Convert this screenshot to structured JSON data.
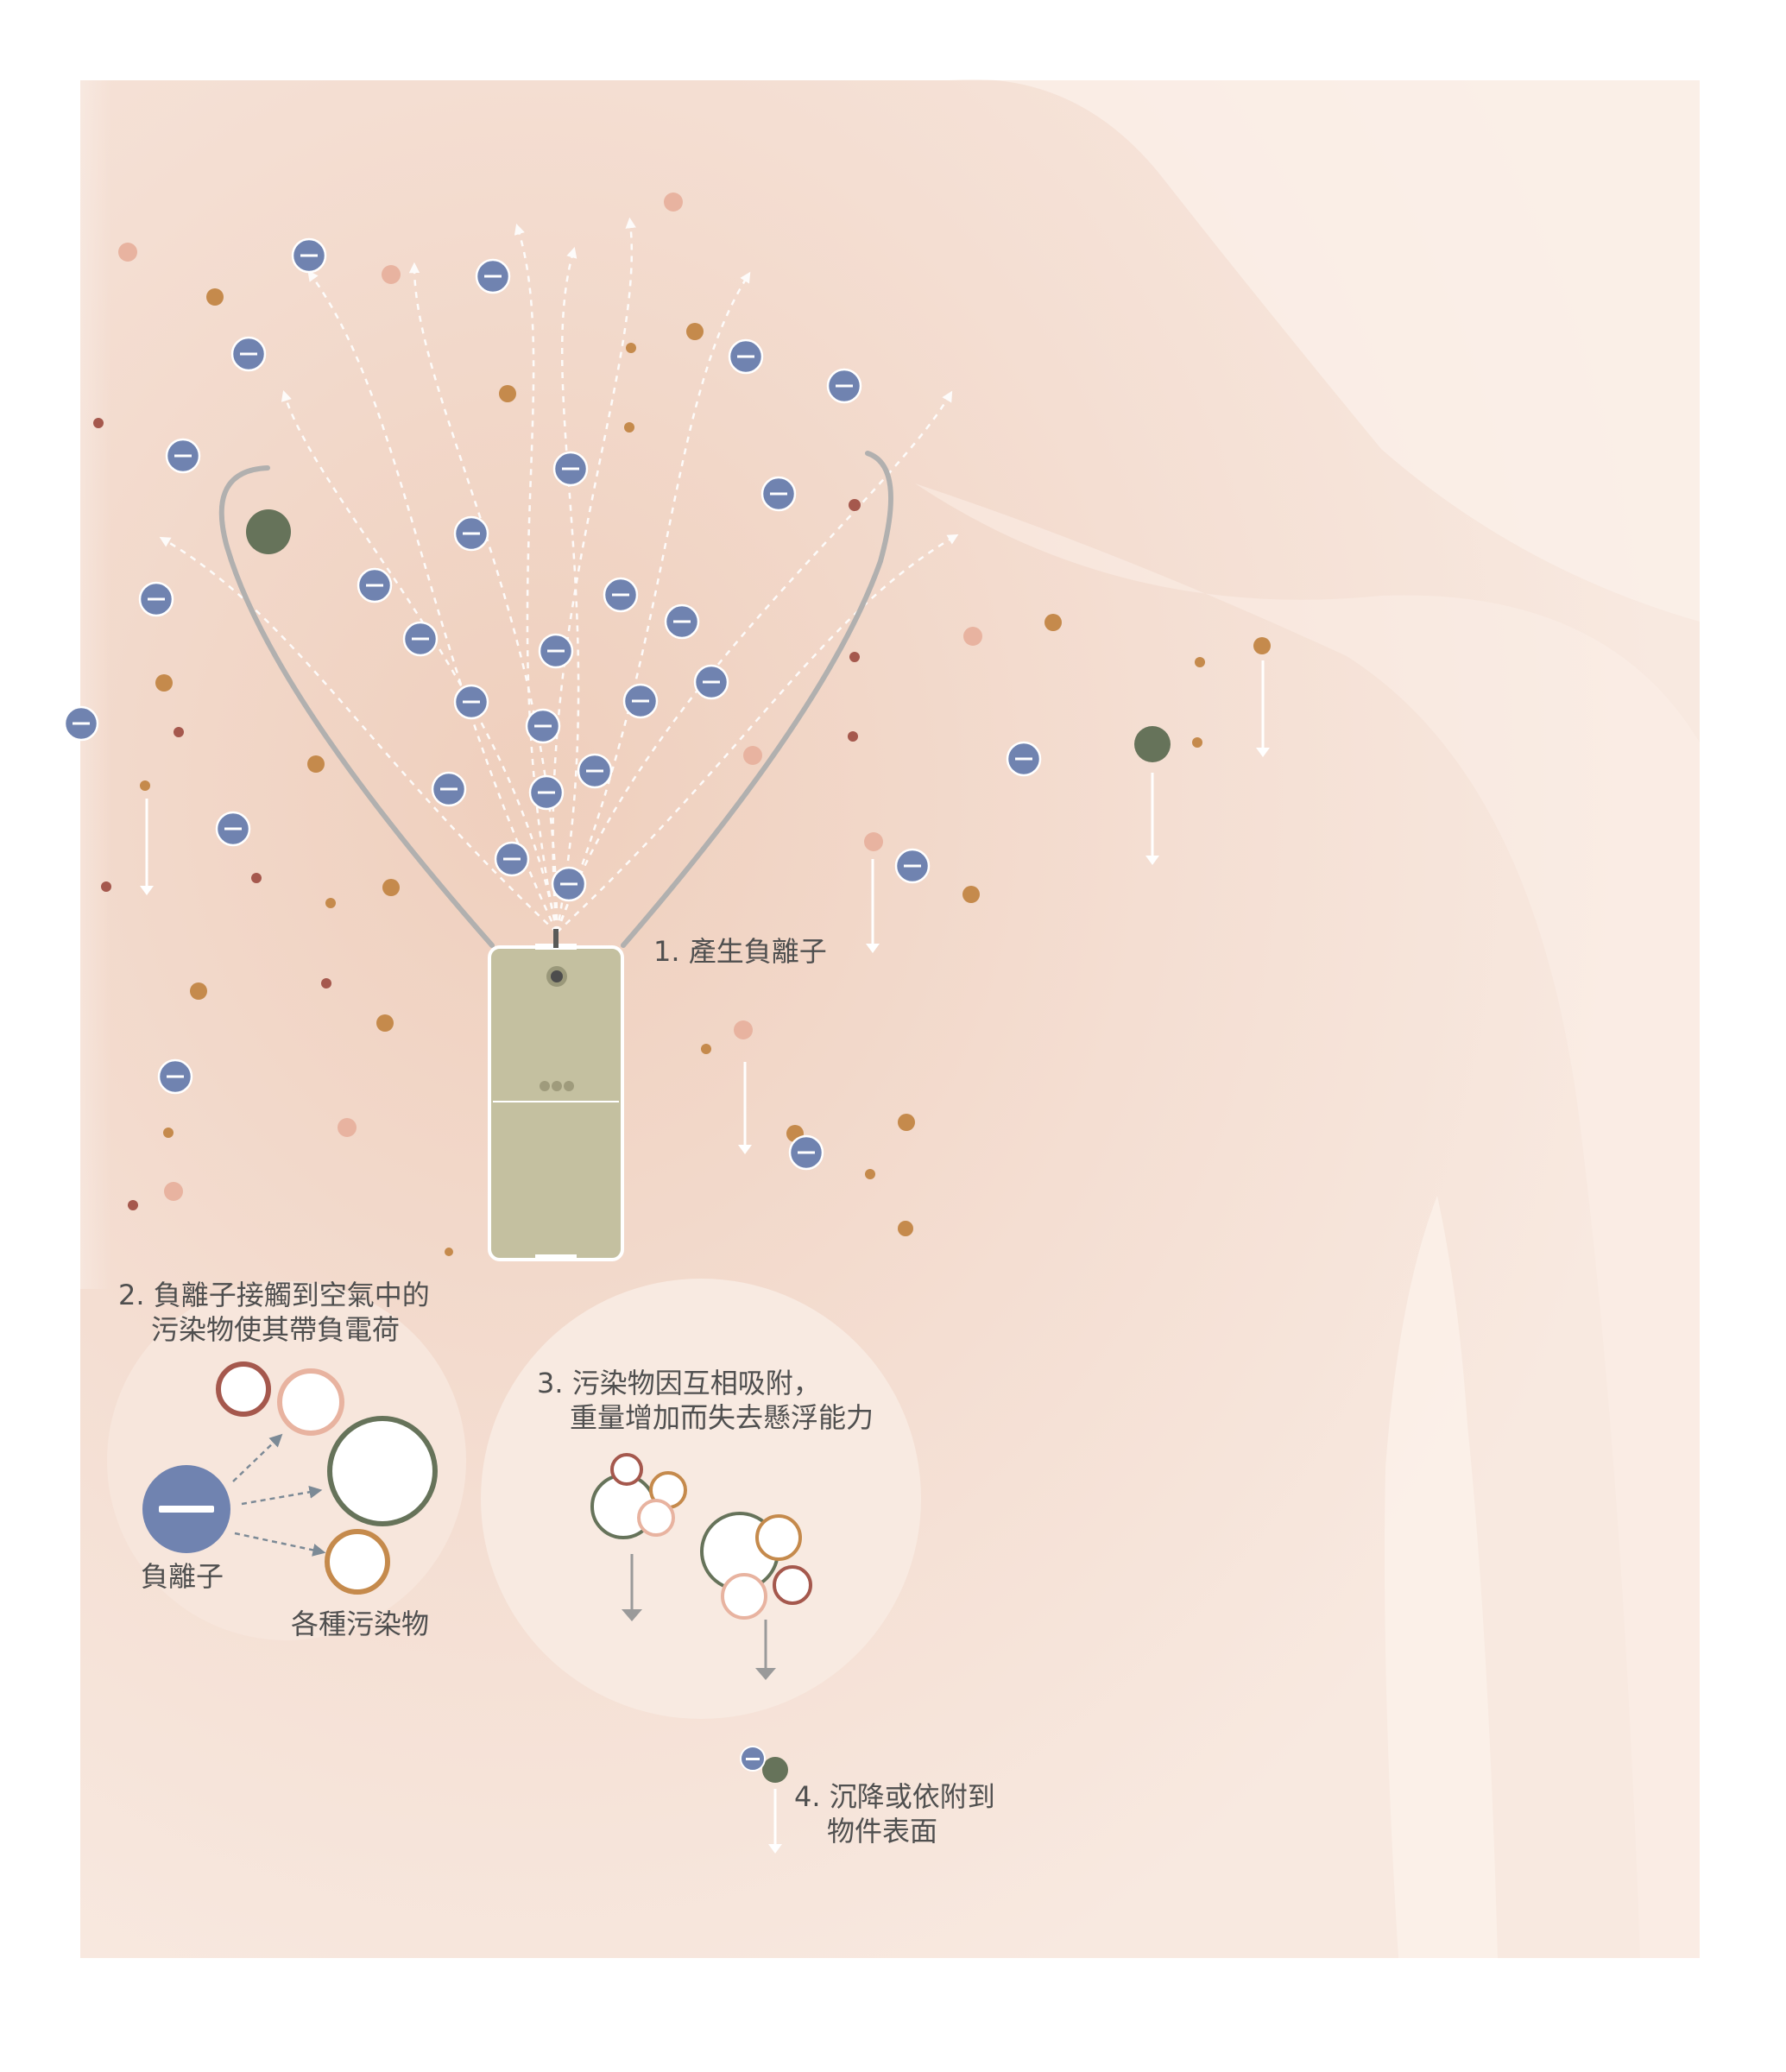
{
  "steps": {
    "step1": {
      "line1": "1. 產生負離子"
    },
    "step2": {
      "line1": "2. 負離子接觸到空氣中的",
      "line2": "污染物使其帶負電荷"
    },
    "step3": {
      "line1": "3. 污染物因互相吸附，",
      "line2": "重量增加而失去懸浮能力"
    },
    "step4": {
      "line1": "4. 沉降或依附到",
      "line2": "物件表面"
    }
  },
  "inset_labels": {
    "negative_ion": "負離子",
    "pollutants": "各種污染物"
  },
  "colors": {
    "background": "#f4dfd3",
    "ion": "#7083b0",
    "dark_green": "#66735a",
    "orange": "#c58a4c",
    "pink": "#e8b3a0",
    "red_brown": "#a5584d",
    "device": "#c4c0a0",
    "lanyard": "#b1b0af"
  },
  "icons": {
    "ion": "minus-sign-circle",
    "device": "necklace-air-purifier",
    "arrow": "downward-arrow"
  }
}
